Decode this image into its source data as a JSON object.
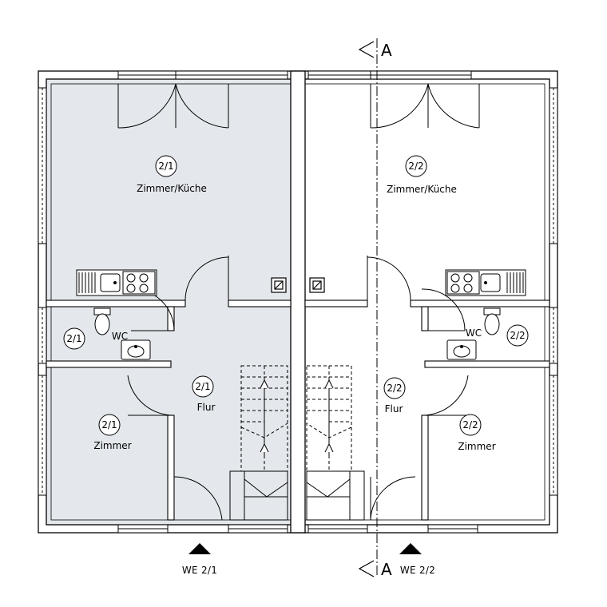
{
  "section_marker": {
    "letter": "A"
  },
  "unit_left": {
    "fill_color": "#e4e8ed",
    "kitchen": {
      "number": "2/1",
      "name": "Zimmer/Küche"
    },
    "wc": {
      "number": "2/1",
      "name": "WC"
    },
    "hall": {
      "number": "2/1",
      "name": "Flur"
    },
    "room": {
      "number": "2/1",
      "name": "Zimmer"
    },
    "entrance_label": "WE 2/1"
  },
  "unit_right": {
    "fill_color": "#ffffff",
    "kitchen": {
      "number": "2/2",
      "name": "Zimmer/Küche"
    },
    "wc": {
      "number": "2/2",
      "name": "WC"
    },
    "hall": {
      "number": "2/2",
      "name": "Flur"
    },
    "room": {
      "number": "2/2",
      "name": "Zimmer"
    },
    "entrance_label": "WE 2/2"
  }
}
